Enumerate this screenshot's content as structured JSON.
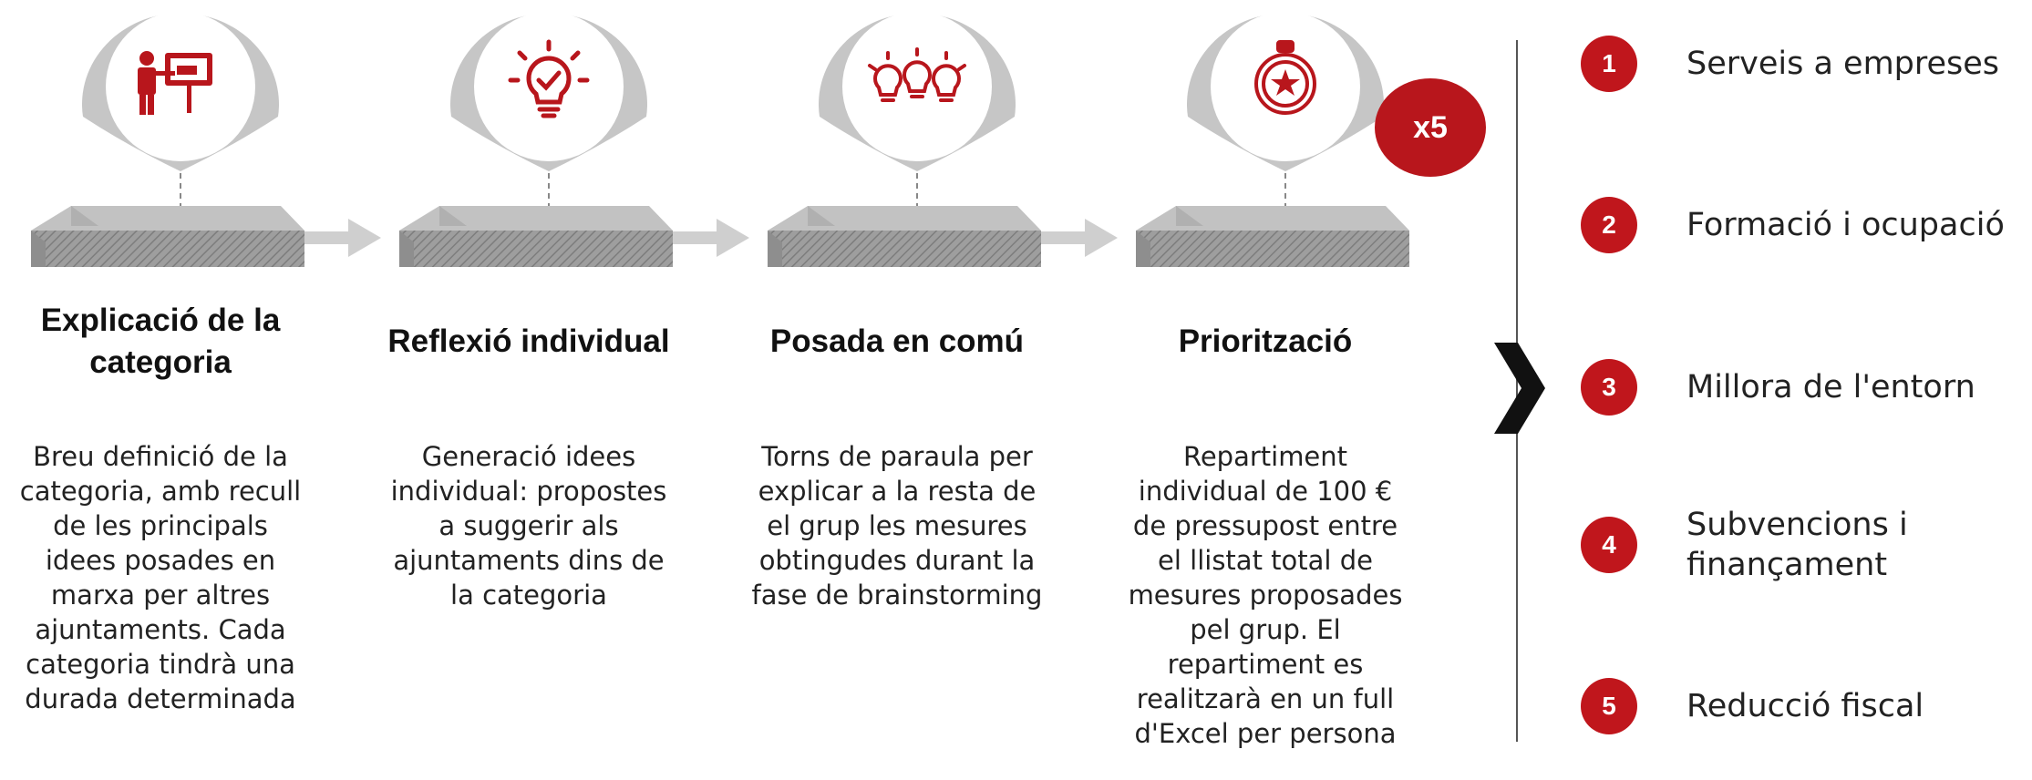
{
  "colors": {
    "accent": "#c0161c",
    "pin": "#bdbdbd",
    "block": "#9c9c9c",
    "arrow": "#cfcfcf"
  },
  "process": {
    "stages": [
      {
        "icon": "presenter-board-icon",
        "title": "Explicació de la categoria",
        "description": "Breu definició de la categoria, amb recull de les principals idees posades en marxa per altres ajuntaments. Cada categoria tindrà una durada determinada"
      },
      {
        "icon": "lightbulb-check-icon",
        "title": "Reflexió individual",
        "description": "Generació idees individual: propostes a suggerir als ajuntaments dins de la categoria"
      },
      {
        "icon": "lightbulbs-group-icon",
        "title": "Posada en comú",
        "description": "Torns de paraula per explicar a la resta de el grup les mesures obtingudes durant la fase de brainstorming"
      },
      {
        "icon": "medal-star-icon",
        "title": "Priorització",
        "description": "Repartiment individual de 100 € de pressupost entre el llistat total de mesures proposades pel grup. El repartiment es realitzarà en un full d'Excel per persona"
      }
    ],
    "repeat_badge": "x5"
  },
  "categories": [
    {
      "number": "1",
      "label": "Serveis a empreses"
    },
    {
      "number": "2",
      "label": "Formació i ocupació"
    },
    {
      "number": "3",
      "label": "Millora de l'entorn"
    },
    {
      "number": "4",
      "label": "Subvencions i finançament"
    },
    {
      "number": "5",
      "label": "Reducció fiscal"
    }
  ]
}
